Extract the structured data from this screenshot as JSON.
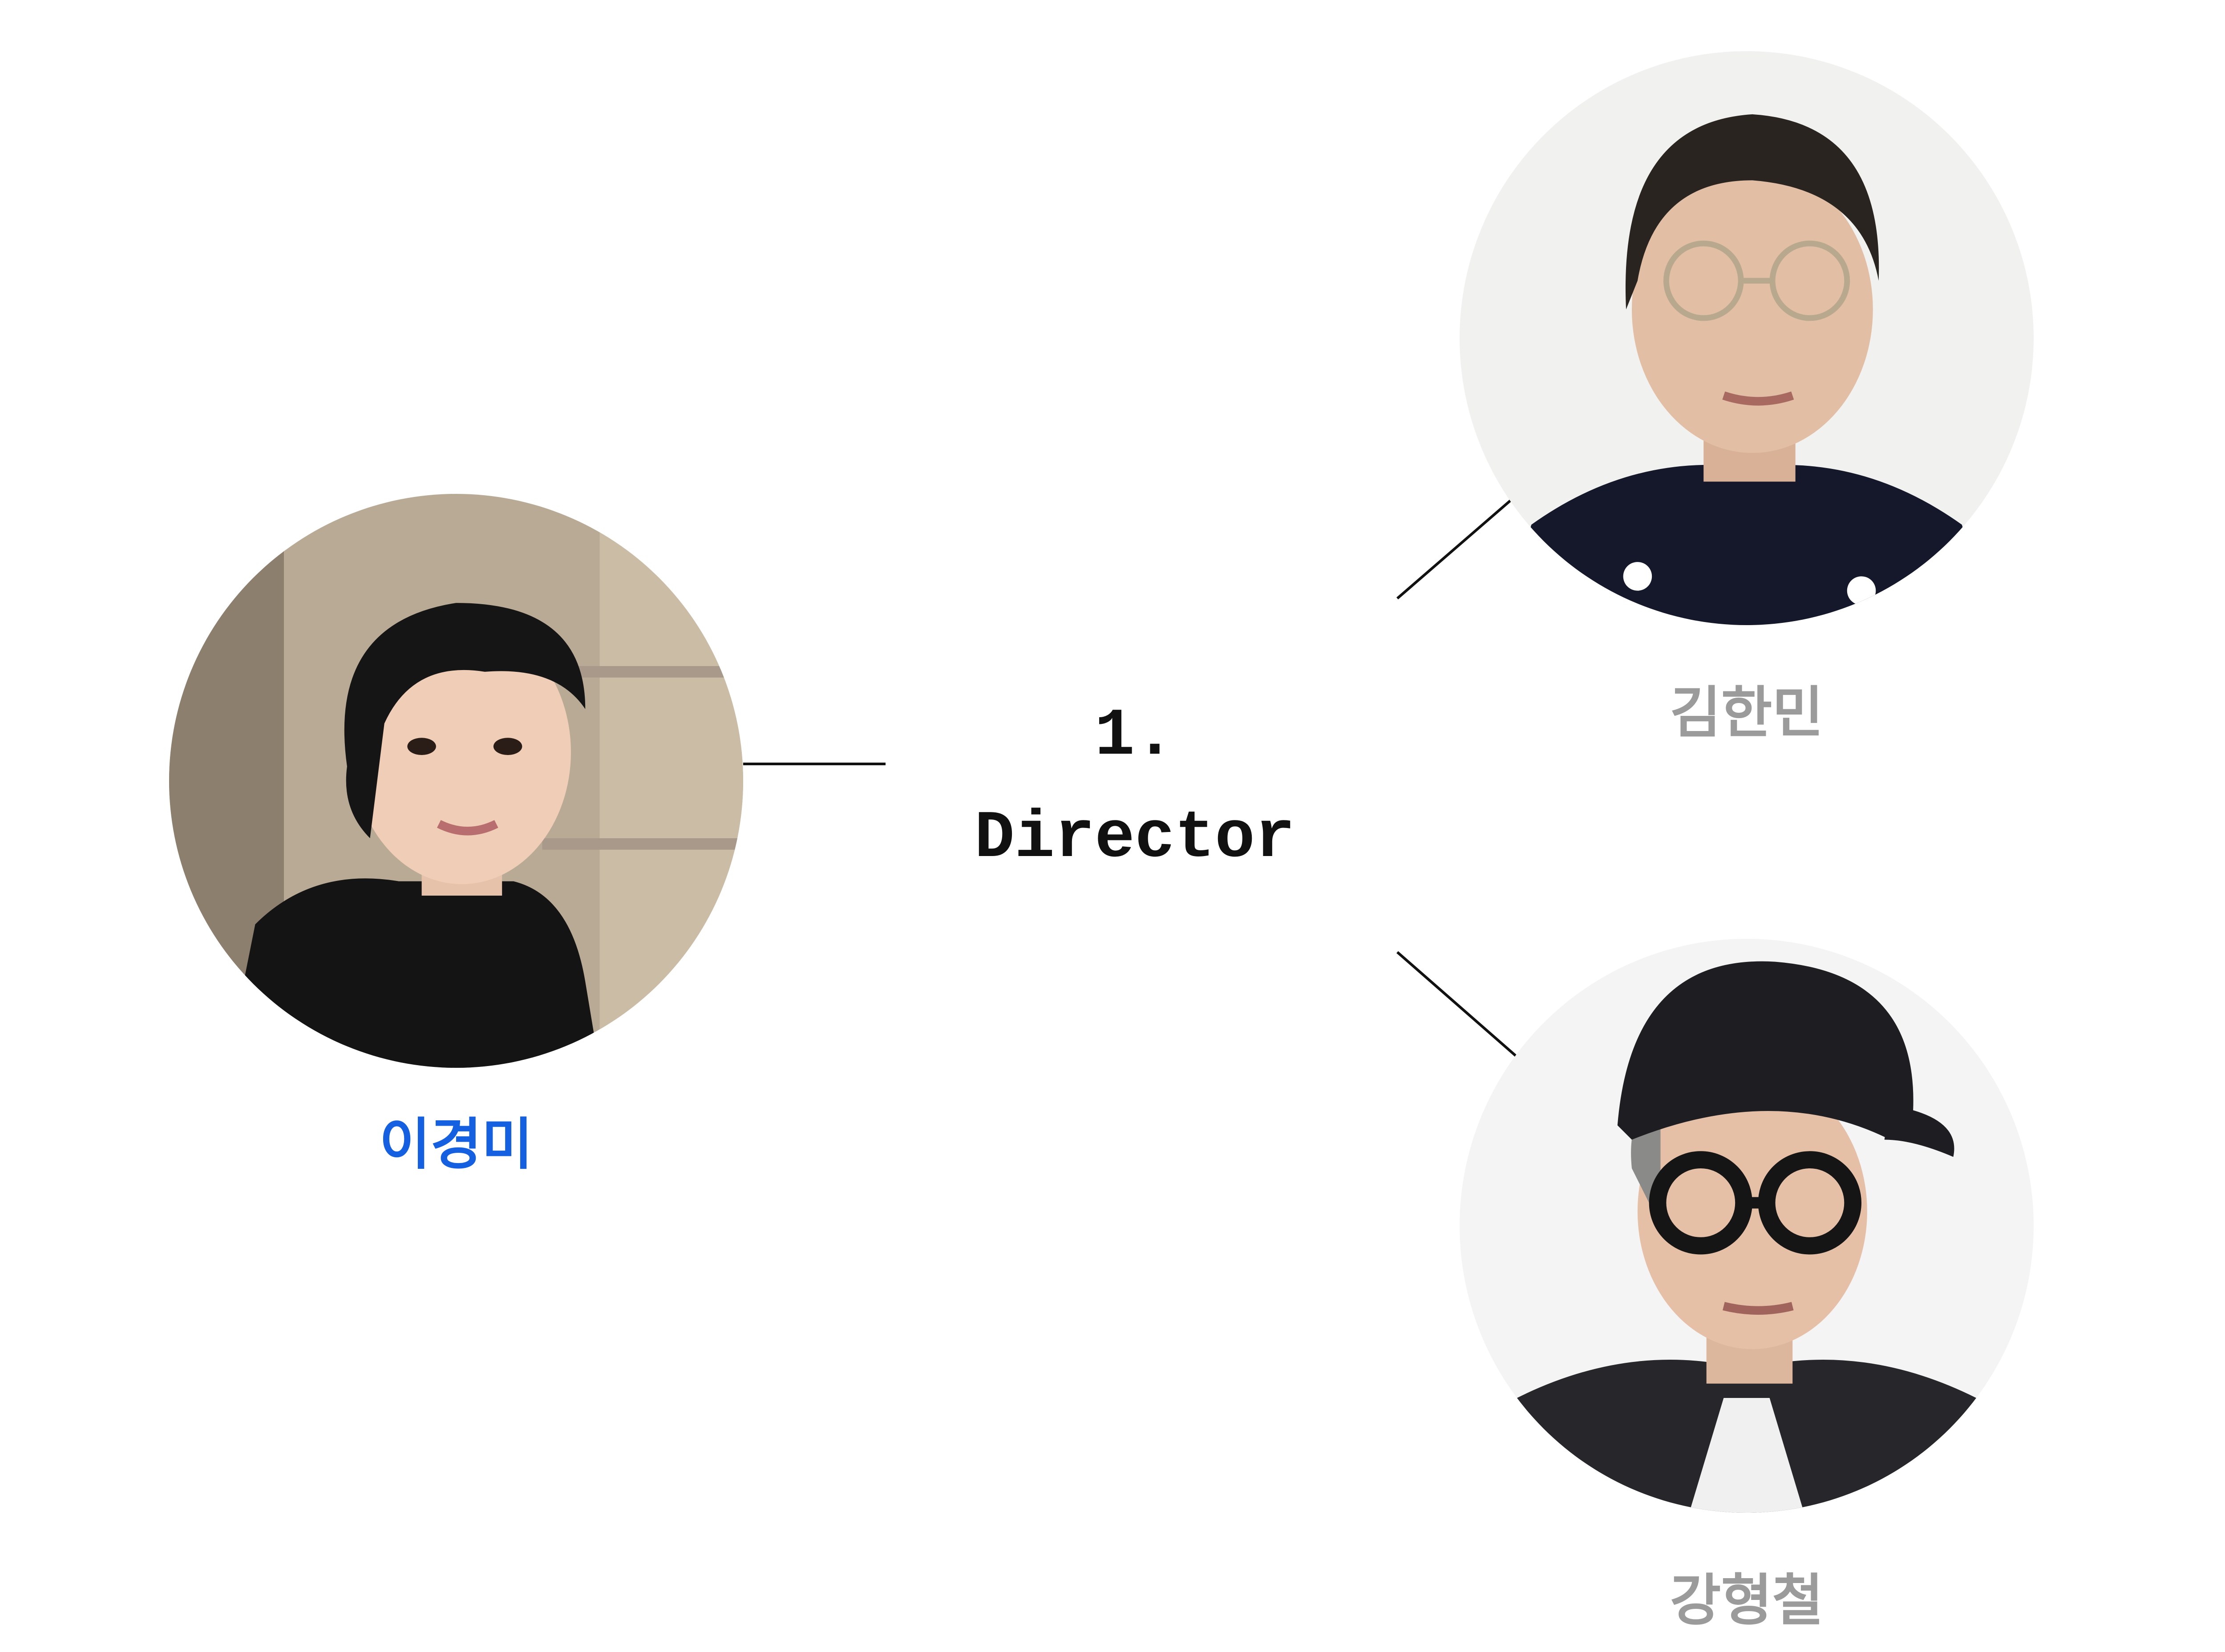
{
  "center": {
    "number": "1.",
    "title": "Director"
  },
  "people": [
    {
      "name": "이경미",
      "color": "#1560e0",
      "selected": true
    },
    {
      "name": "김한민",
      "color": "#9b9b9b",
      "selected": false
    },
    {
      "name": "강형철",
      "color": "#9b9b9b",
      "selected": false
    }
  ],
  "colors": {
    "line": "#111111",
    "background": "#ffffff"
  }
}
